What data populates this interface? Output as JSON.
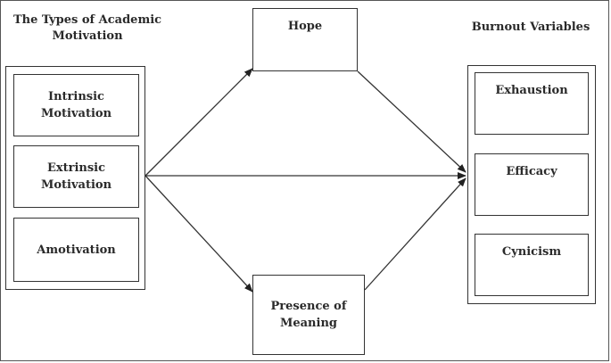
{
  "headings": {
    "left": "The Types of Academic\nMotivation",
    "right": "Burnout Variables"
  },
  "left_boxes": [
    "Intrinsic\nMotivation",
    "Extrinsic\nMotivation",
    "Amotivation"
  ],
  "mediators": {
    "top": "Hope",
    "bottom": "Presence of\nMeaning"
  },
  "right_boxes": [
    "Exhaustion",
    "Efficacy",
    "Cynicism"
  ],
  "colors": {
    "line": "#333333",
    "text": "#2a2a2a"
  }
}
